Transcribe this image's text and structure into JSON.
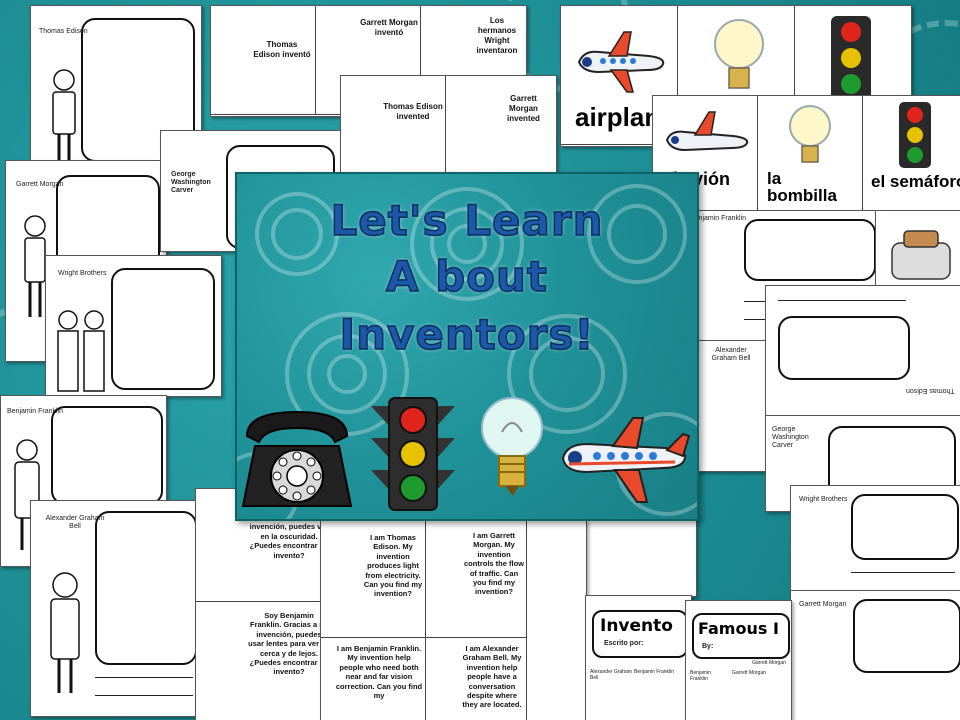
{
  "poster": {
    "title_lines": [
      "Let's Learn",
      "A bout",
      "Inventors!"
    ]
  },
  "sheets": {
    "edison_page": "Thomas Edison",
    "morgan_page": "Garrett Morgan",
    "carver_page": "George Washington Carver",
    "wright_page": "Wright Brothers",
    "franklin_page": "Benjamin Franklin",
    "bell_page": "Alexander Graham Bell",
    "invento_cells": [
      "Thomas Edison inventó",
      "Garrett Morgan inventó",
      "Los hermanos Wright inventaron"
    ],
    "invented_cells": [
      "Thomas Edison invented",
      "Garrett Morgan invented"
    ],
    "vocab_en": [
      "airplane"
    ],
    "vocab_es": [
      "el avión",
      "la bombilla",
      "el semáforo"
    ],
    "right_franklin": "Benjamin Franklin",
    "right_bell": "Alexander Graham Bell",
    "right_carver": "George Washington Carver",
    "right_wright": "Wright Brothers",
    "right_morgan": "Garrett Morgan",
    "upside_label": "Thomas Edison",
    "spanish_riddles": [
      "Gracias a mi invención, puedes ver en la oscuridad. ¿Puedes encontrar mi invento?",
      "Soy Benjamin Franklin. Gracias a mi invención, puedes usar lentes para ver de cerca y de lejos. ¿Puedes encontrar mi invento?"
    ],
    "english_riddles": [
      "I am Thomas Edison. My invention produces light from electricity. Can you find my invention?",
      "I am Garrett Morgan. My invention controls the flow of traffic. Can you find my invention?",
      "I am Benjamin Franklin. My invention help people who need both near and far vision correction. Can you find my",
      "I am Alexander Graham Bell. My invention help people have a conversation despite where they are located."
    ],
    "cover_1": {
      "title": "Invento",
      "byline": "Escrito por:",
      "names": [
        "Alexander Graham Bell",
        "Benjamin Franklin"
      ]
    },
    "cover_2": {
      "title": "Famous I",
      "byline": "By:",
      "names": [
        "Garrett Morgan",
        "Benjamin Franklin",
        "Garrett Morgan"
      ]
    }
  },
  "icons": [
    "telephone-icon",
    "traffic-light-icon",
    "light-bulb-icon",
    "airplane-icon"
  ],
  "colors": {
    "background": "#1b8c92",
    "title": "#1c58a8",
    "title_outline": "#0d2d60",
    "red": "#e0261b",
    "yellow": "#e6c200",
    "green": "#1e9a2e"
  }
}
